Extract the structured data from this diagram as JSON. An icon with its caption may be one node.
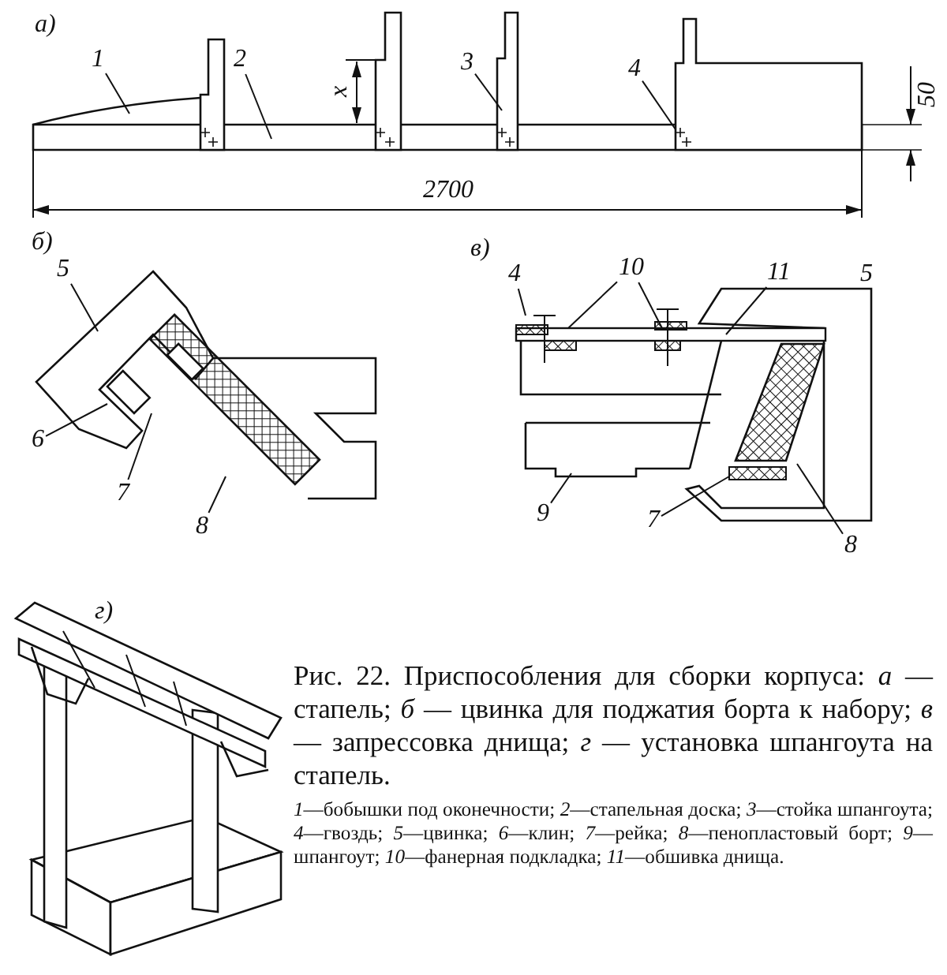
{
  "diagram": {
    "caption": "Рис. 22. Приспособления для сборки корпуса: *а* — стапель; *б* — цвинка для поджатия борта к набору; *в* — запрессовка днища; *г* — установка шпангоута на стапель.",
    "nodes": [
      {
        "text": [
          "1"
        ]
      },
      {
        "text": [
          "2"
        ]
      },
      {
        "text": [
          "3"
        ]
      },
      {
        "text": [
          "4"
        ]
      },
      {
        "text": [
          "5"
        ]
      },
      {
        "text": [
          "6"
        ]
      },
      {
        "text": [
          "7"
        ]
      },
      {
        "text": [
          "8"
        ]
      },
      {
        "text": [
          "4"
        ]
      },
      {
        "text": [
          "10"
        ]
      },
      {
        "text": [
          "11"
        ]
      },
      {
        "text": [
          "9"
        ]
      },
      {
        "text": [
          "7"
        ]
      },
      {
        "text": [
          "8"
        ]
      }
    ],
    "edges": [
      {
        "from": 0,
        "to": null,
        "arrow": "none"
      },
      {
        "from": 1,
        "to": null,
        "arrow": "none"
      },
      {
        "from": 2,
        "to": null,
        "arrow": "none"
      },
      {
        "from": 3,
        "to": null,
        "arrow": "none"
      },
      {
        "from": 4,
        "to": null,
        "arrow": "none"
      },
      {
        "from": 5,
        "to": null,
        "arrow": "none"
      },
      {
        "from": 6,
        "to": null,
        "arrow": "none"
      },
      {
        "from": 7,
        "to": null,
        "arrow": "none"
      },
      {
        "from": 8,
        "to": null,
        "arrow": "none"
      },
      {
        "from": 9,
        "to": null,
        "arrow": "none"
      },
      {
        "from": 9,
        "to": null,
        "arrow": "none"
      },
      {
        "from": 10,
        "to": null,
        "arrow": "none"
      },
      {
        "from": 11,
        "to": null,
        "arrow": "none"
      },
      {
        "from": 12,
        "to": null,
        "arrow": "none"
      },
      {
        "from": 13,
        "to": null,
        "arrow": "none"
      }
    ],
    "labels": [
      "а)",
      "x",
      "50",
      "2700",
      "б)",
      "в)",
      "5",
      "г)",
      "*1*—бобышки под оконечности; *2*—стапельная доска; *3*—стойка шпангоута; *4*—гвоздь; *5*—цвинка; *6*—клин; *7*—рейка; *8*—пенопластовый борт; *9*—шпангоут; *10*—фанерная подкладка; *11*—обшивка днища."
    ]
  }
}
